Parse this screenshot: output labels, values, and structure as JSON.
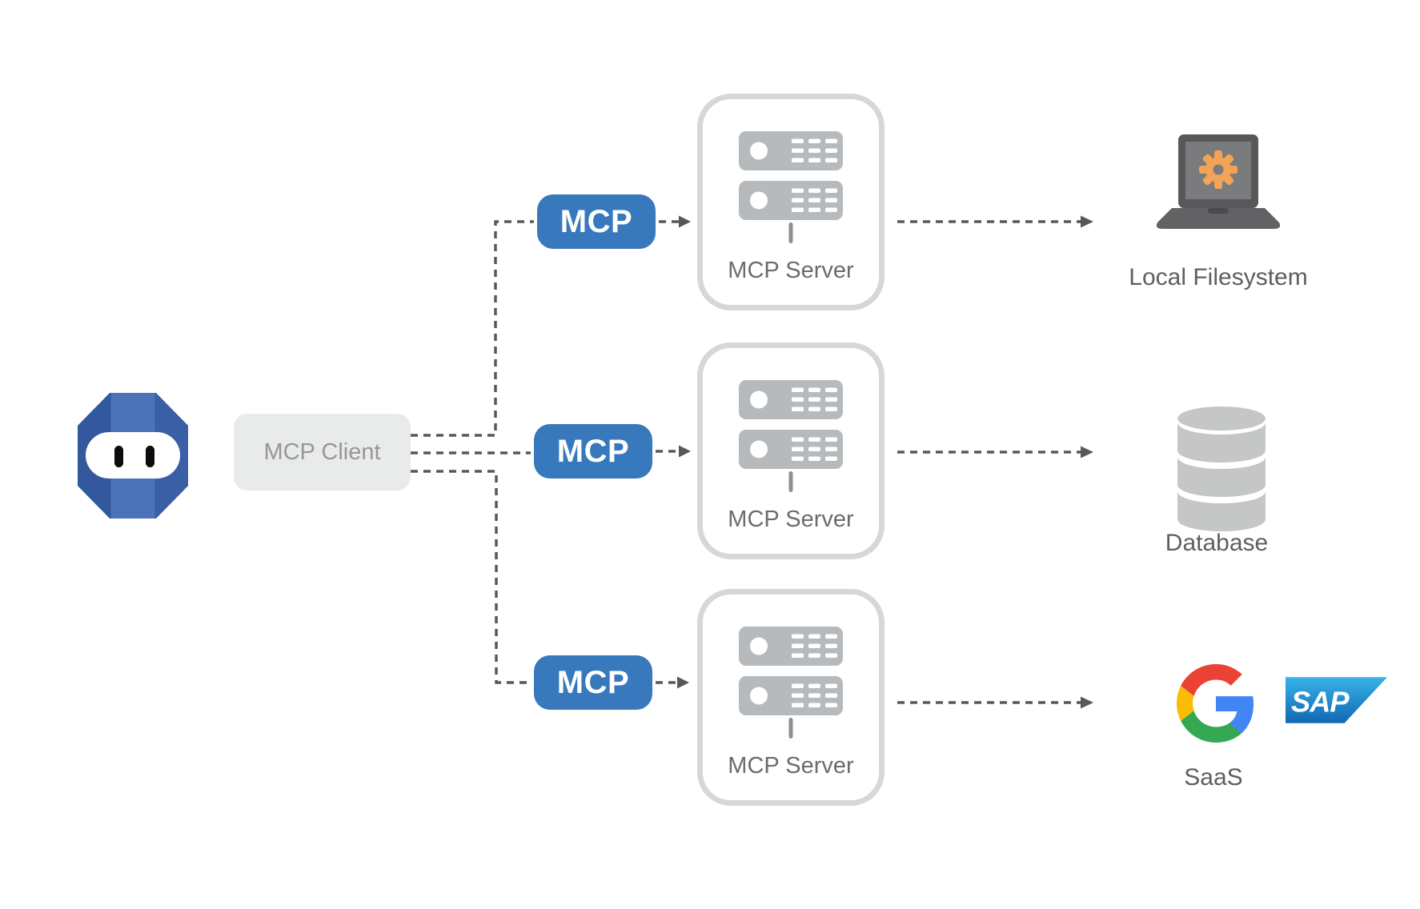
{
  "client": {
    "label": "MCP Client"
  },
  "protocol": {
    "label": "MCP"
  },
  "servers": [
    {
      "label": "MCP Server"
    },
    {
      "label": "MCP Server"
    },
    {
      "label": "MCP Server"
    }
  ],
  "targets": [
    {
      "label": "Local Filesystem",
      "icon": "laptop-with-gear"
    },
    {
      "label": "Database",
      "icon": "database-cylinder"
    },
    {
      "label": "SaaS",
      "icons": [
        "google-logo",
        "sap-logo"
      ]
    }
  ],
  "logos": {
    "sap_text": "SAP"
  },
  "colors": {
    "mcp_badge_blue": "#3779bc",
    "robot_blue_center": "#4a73b9",
    "robot_blue_side": "#33589d",
    "connector_gray": "#58585a",
    "box_border_gray": "#d6d7d7",
    "server_unit_gray": "#b7babc",
    "label_gray": "#6b6c6e",
    "gear_orange": "#f2a356",
    "google_blue": "#4285F4",
    "google_green": "#34A853",
    "google_yellow": "#FBBC05",
    "google_red": "#EA4335",
    "sap_blue_top": "#38b2e8",
    "sap_blue_bottom": "#1268b3"
  }
}
